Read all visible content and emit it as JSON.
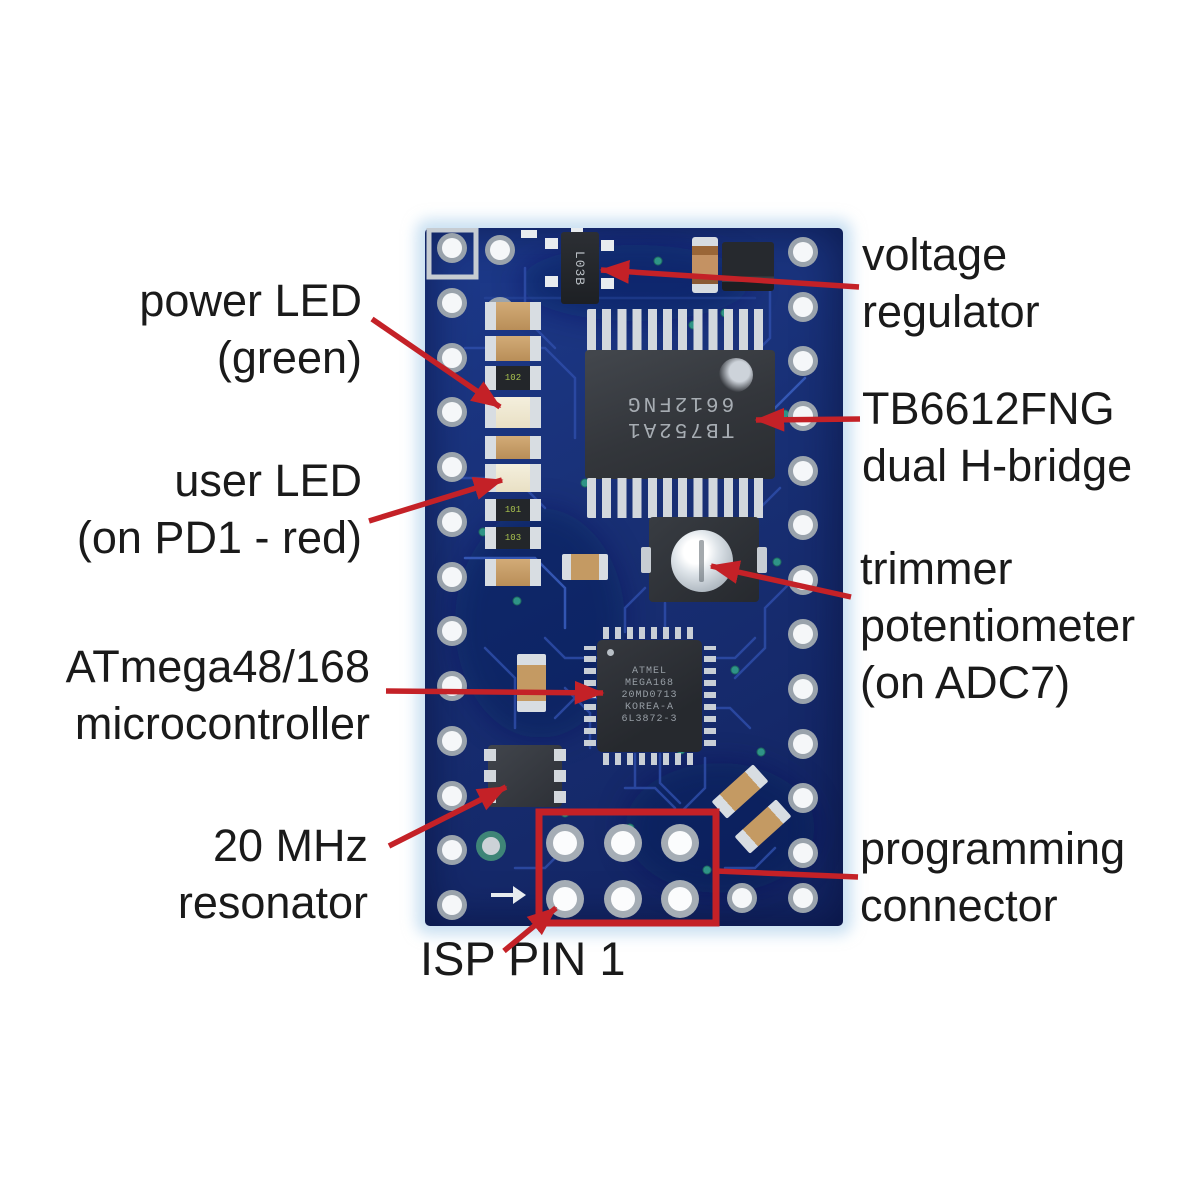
{
  "colors": {
    "arrow_red": "#c42127",
    "pcb_blue": "#182f74",
    "background": "#ffffff"
  },
  "labels": {
    "left": [
      {
        "id": "power-led",
        "lines": [
          "power LED",
          "(green)"
        ]
      },
      {
        "id": "user-led",
        "lines": [
          "user LED",
          "(on PD1 - red)"
        ]
      },
      {
        "id": "mcu",
        "lines": [
          "ATmega48/168",
          "microcontroller"
        ]
      },
      {
        "id": "resonator",
        "lines": [
          "20 MHz",
          "resonator"
        ]
      }
    ],
    "right": [
      {
        "id": "voltage-regulator",
        "lines": [
          "voltage",
          "regulator"
        ]
      },
      {
        "id": "h-bridge",
        "lines": [
          "TB6612FNG",
          "dual H-bridge"
        ]
      },
      {
        "id": "trimmer",
        "lines": [
          "trimmer",
          "potentiometer",
          "(on ADC7)"
        ]
      },
      {
        "id": "programming",
        "lines": [
          "programming",
          "connector"
        ]
      }
    ],
    "isp": "ISP PIN 1"
  },
  "board": {
    "chips": {
      "regulator": "L03B",
      "hbridge_lines": [
        "TB752A1",
        "6612FNG"
      ],
      "mcu_lines": [
        "ATMEL",
        "MEGA168",
        "20MD0713",
        "KOREA-A",
        "6L3872-3"
      ]
    },
    "smd_labels": [
      "102",
      "101",
      "103"
    ]
  }
}
